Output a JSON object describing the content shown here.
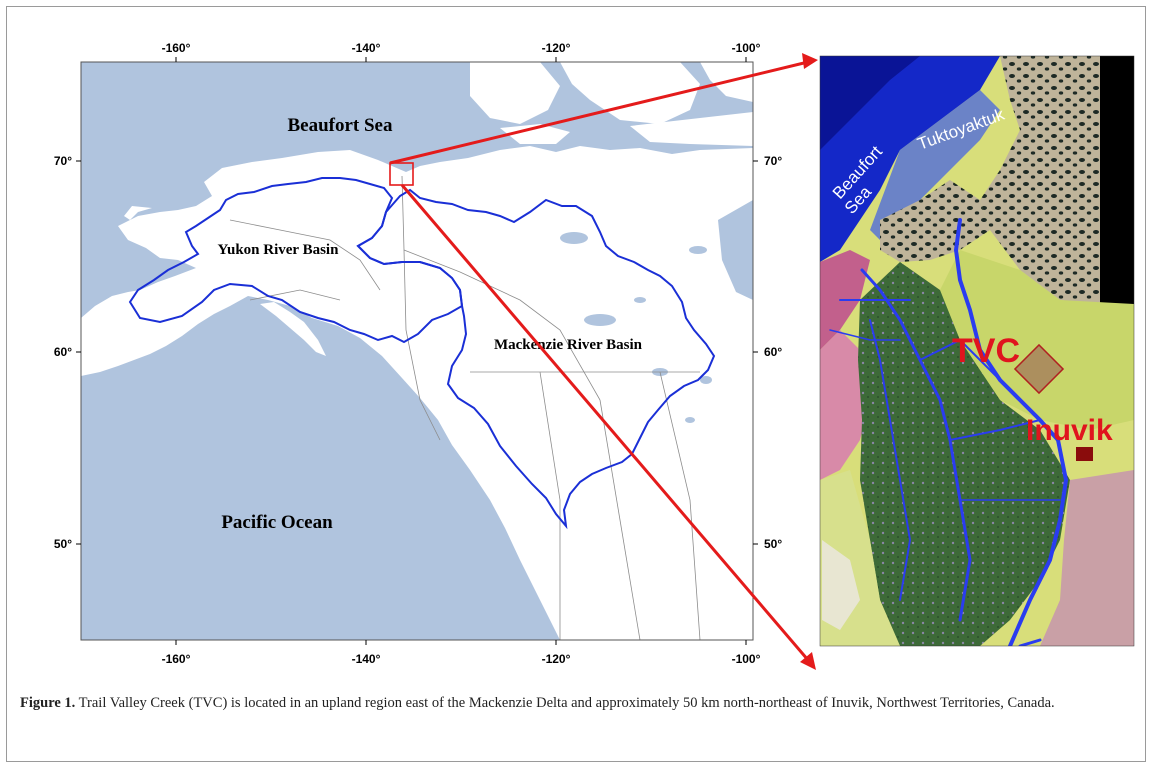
{
  "map": {
    "lon_ticks": [
      "-160°",
      "-140°",
      "-120°",
      "-100°"
    ],
    "lat_ticks": [
      "70°",
      "60°",
      "50°"
    ],
    "extent": {
      "lon": [
        -170,
        -99
      ],
      "lat": [
        45,
        75
      ]
    },
    "labels": {
      "beaufort_sea": "Beaufort Sea",
      "pacific_ocean": "Pacific Ocean",
      "yukon_basin": "Yukon River Basin",
      "mackenzie_basin": "Mackenzie River Basin"
    },
    "colors": {
      "ocean": "#b0c4de",
      "land": "#ffffff",
      "basin_outline": "#1a2fd6",
      "highlight": "#e41b1b"
    }
  },
  "satellite": {
    "labels": {
      "beaufort_sea": "Beaufort Sea",
      "tuktoyaktuk": "Tuktoyaktuk",
      "tvc": "TVC",
      "inuvik": "Inuvik"
    }
  },
  "caption": {
    "label": "Figure 1.",
    "text": " Trail Valley Creek (TVC) is located in an upland region east of the Mackenzie Delta and approximately 50 km north-northeast of Inuvik, Northwest Territories, Canada."
  }
}
